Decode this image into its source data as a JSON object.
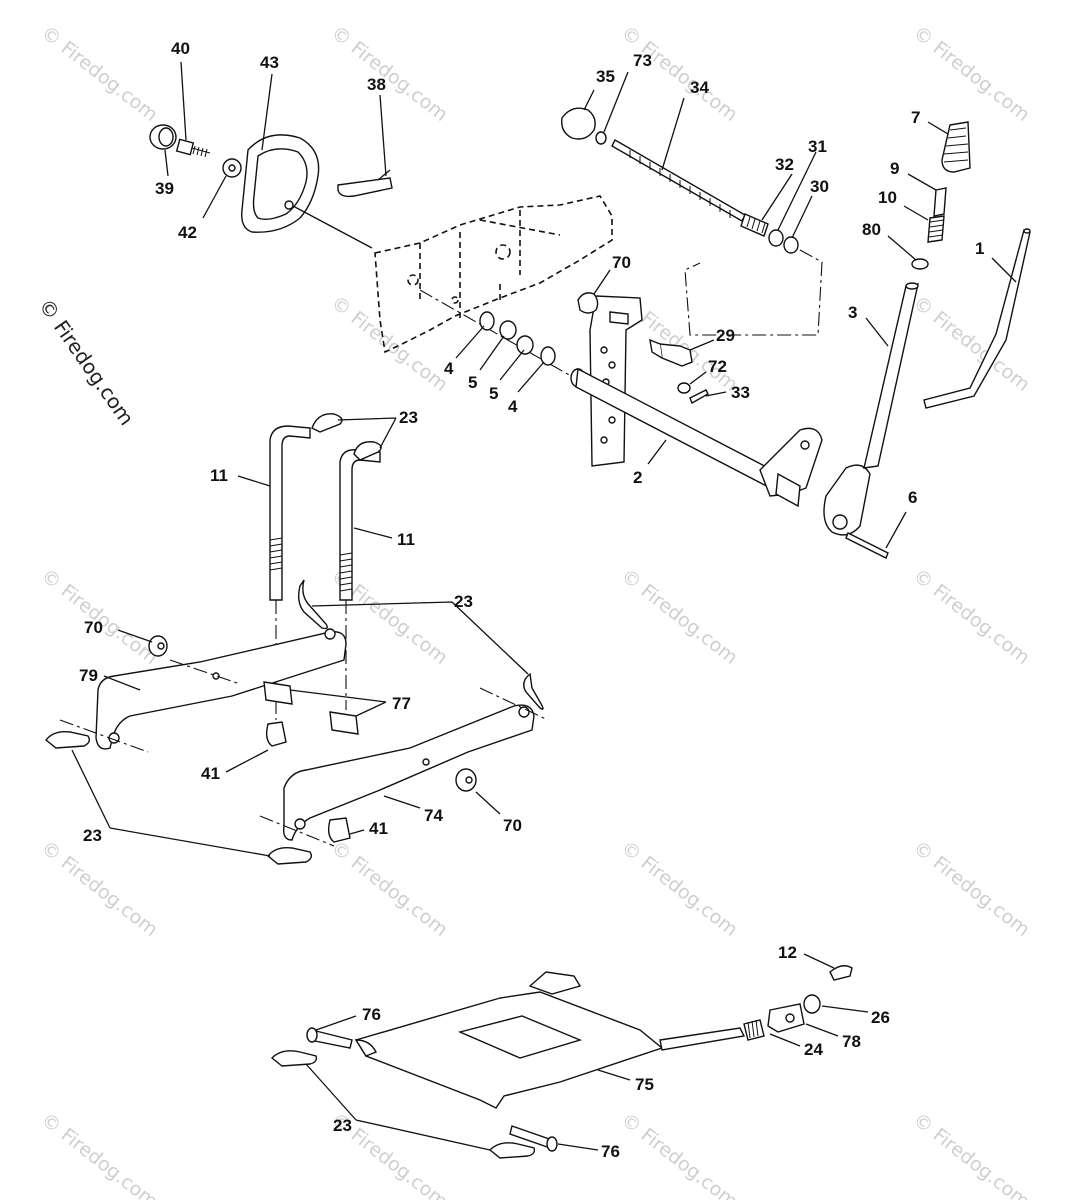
{
  "watermark": {
    "text": "© Firedog.com",
    "side_text": "© Firedog.com"
  },
  "callouts": {
    "c40": "40",
    "c43": "43",
    "c38": "38",
    "c39": "39",
    "c42": "42",
    "c35": "35",
    "c73": "73",
    "c34": "34",
    "c32": "32",
    "c31": "31",
    "c30": "30",
    "c7": "7",
    "c9": "9",
    "c10": "10",
    "c80": "80",
    "c1": "1",
    "c3": "3",
    "c70a": "70",
    "c29": "29",
    "c72": "72",
    "c33": "33",
    "c4a": "4",
    "c5a": "5",
    "c5b": "5",
    "c4b": "4",
    "c2": "2",
    "c6": "6",
    "c23a": "23",
    "c11a": "11",
    "c11b": "11",
    "c23b": "23",
    "c70b": "70",
    "c79": "79",
    "c77": "77",
    "c41a": "41",
    "c74": "74",
    "c70c": "70",
    "c41b": "41",
    "c23c": "23",
    "c12": "12",
    "c26": "26",
    "c78": "78",
    "c24": "24",
    "c76a": "76",
    "c75": "75",
    "c23d": "23",
    "c76b": "76"
  }
}
